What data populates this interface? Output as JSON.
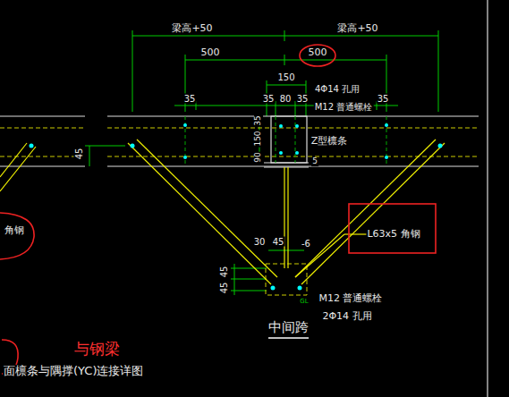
{
  "diagram": {
    "title": "面檩条与隅撑(YC)连接详图",
    "caption": "中间跨",
    "labels": [
      "梁高+50",
      "梁高+50",
      "500",
      "500",
      "150",
      "35",
      "35",
      "80",
      "35",
      "35",
      "4Φ14 孔用",
      "M12 普通螺栓",
      "Z型檩条",
      "35",
      "150",
      "90",
      "45",
      "5",
      "L63x5 角钢",
      "角钢",
      "30",
      "45",
      "-6",
      "45",
      "45",
      "M12 普通螺栓",
      "2Φ14 孔用",
      "GL",
      "与钢梁"
    ]
  }
}
